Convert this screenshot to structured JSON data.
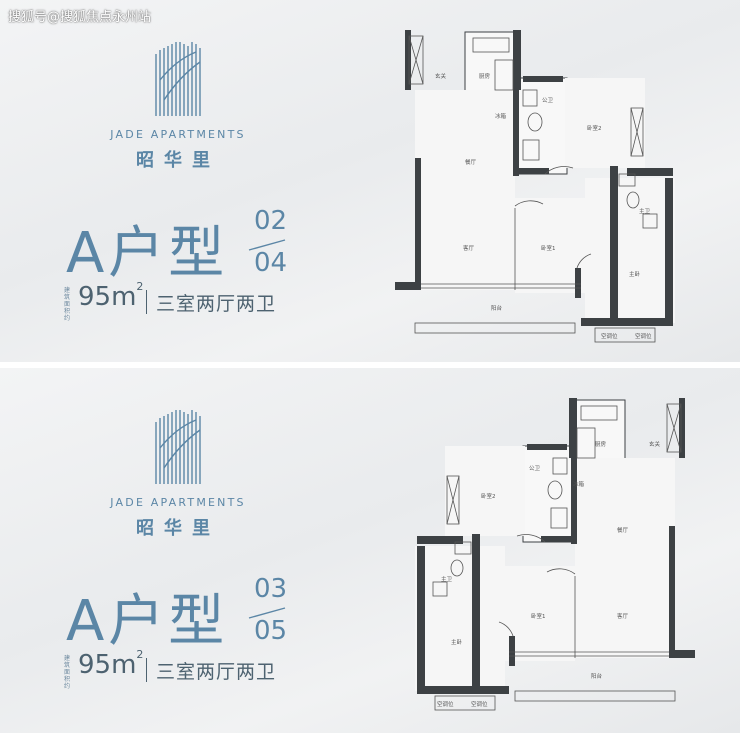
{
  "watermark": "搜狐号@搜狐焦点永州站",
  "panels": [
    {
      "brand_en": "JADE APARTMENTS",
      "brand_cn": "昭华里",
      "type_title": "A户型",
      "unit_top": "02",
      "unit_bottom": "04",
      "area_label": "建筑面积约",
      "area_value": "95m",
      "area_sup": "2",
      "layout": "三室两厅两卫",
      "rooms": {
        "entrance": "玄关",
        "kitchen": "厨房",
        "fridge": "冰箱",
        "public_bath": "公卫",
        "bedroom2": "卧室2",
        "dining": "餐厅",
        "living": "客厅",
        "bedroom1": "卧室1",
        "master_bath": "主卫",
        "master_bedroom": "主卧",
        "balcony": "阳台",
        "ac1": "空调位",
        "ac2": "空调位"
      }
    },
    {
      "brand_en": "JADE APARTMENTS",
      "brand_cn": "昭华里",
      "type_title": "A户型",
      "unit_top": "03",
      "unit_bottom": "05",
      "area_label": "建筑面积约",
      "area_value": "95m",
      "area_sup": "2",
      "layout": "三室两厅两卫",
      "rooms": {
        "entrance": "玄关",
        "kitchen": "厨房",
        "fridge": "冰箱",
        "public_bath": "公卫",
        "bedroom2": "卧室2",
        "dining": "餐厅",
        "living": "客厅",
        "bedroom1": "卧室1",
        "master_bath": "主卫",
        "master_bedroom": "主卧",
        "balcony": "阳台",
        "ac1": "空调位",
        "ac2": "空调位"
      }
    }
  ],
  "colors": {
    "accent": "#5b86a6",
    "wall": "#3d4144",
    "text_dark": "#4d6270"
  }
}
